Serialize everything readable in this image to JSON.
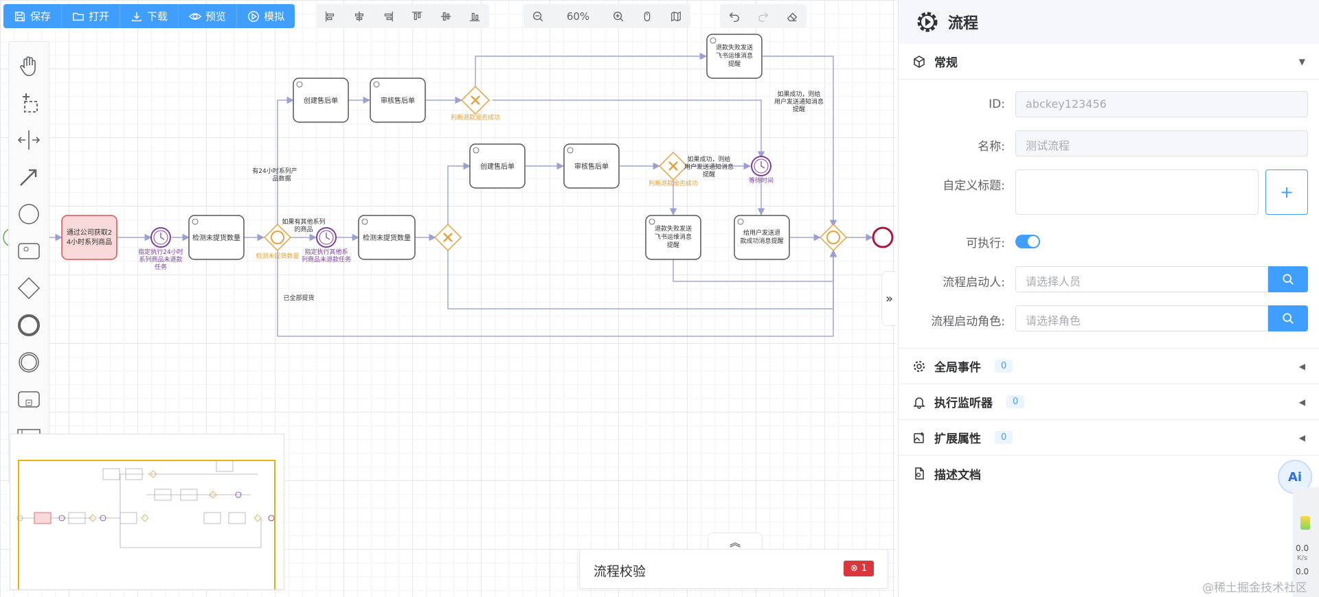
{
  "toolbar": {
    "save": "保存",
    "open": "打开",
    "download": "下载",
    "preview": "预览",
    "simulate": "模拟",
    "zoom_level": "60%"
  },
  "diagram": {
    "tasks": {
      "t1": [
        "通过公司获取2",
        "4小时系列商品"
      ],
      "t2": [
        "检测未提货数量"
      ],
      "t3": [
        "检测未提货数量"
      ],
      "t4": [
        "创建售后单"
      ],
      "t5": [
        "审核售后单"
      ],
      "t6": [
        "创建售后单"
      ],
      "t7": [
        "审核售后单"
      ],
      "t8": [
        "退款失败发送",
        "飞书运维消息",
        "提醒"
      ],
      "t9": [
        "退款失败发送",
        "飞书运维消息",
        "提醒"
      ],
      "t10": [
        "给用户发送退",
        "款成功消息提醒"
      ]
    },
    "labels": {
      "timer1": [
        "指定执行24小时",
        "系列商品未退款",
        "任务"
      ],
      "timer2": [
        "指定执行其他系",
        "列商品未退款任务"
      ],
      "gw1": "检测未提货数量",
      "gw_top": "判断退款是否成功",
      "gw_mid": "判断退款是否成功",
      "wait_timer": "等待时间",
      "flow_24h": [
        "有24小时系列产",
        "品数据"
      ],
      "flow_other": [
        "如果有其他系列",
        "的商品"
      ],
      "flow_all": "已全部提货",
      "flow_success_top": [
        "如果成功，则给",
        "用户发送通知消息",
        "提醒"
      ],
      "flow_success_mid": [
        "如果成功，则给",
        "用户发送通知消息",
        "提醒"
      ]
    }
  },
  "validation": {
    "title": "流程校验",
    "count": "1"
  },
  "panel": {
    "title": "流程",
    "general": {
      "title": "常规",
      "id_label": "ID:",
      "id_value": "abckey123456",
      "name_label": "名称:",
      "name_value": "测试流程",
      "custom_title_label": "自定义标题:",
      "executable_label": "可执行:",
      "starter_label": "流程启动人:",
      "starter_placeholder": "请选择人员",
      "role_label": "流程启动角色:",
      "role_placeholder": "请选择角色"
    },
    "sections": [
      {
        "label": "全局事件",
        "count": "0"
      },
      {
        "label": "执行监听器",
        "count": "0"
      },
      {
        "label": "扩展属性",
        "count": "0"
      },
      {
        "label": "描述文档"
      }
    ]
  },
  "ai_badge": "Ai",
  "side_stats": [
    "0.0",
    "K/s",
    "0.0"
  ],
  "watermark": "@稀土掘金技术社区",
  "colors": {
    "primary": "#409eff",
    "gateway": "#e6a23c",
    "timer": "#7b3fa0",
    "end_event": "#a8183a",
    "task_highlight_fill": "#f9d9d9",
    "task_highlight_stroke": "#d9534f",
    "flow": "#a2a6d6"
  }
}
